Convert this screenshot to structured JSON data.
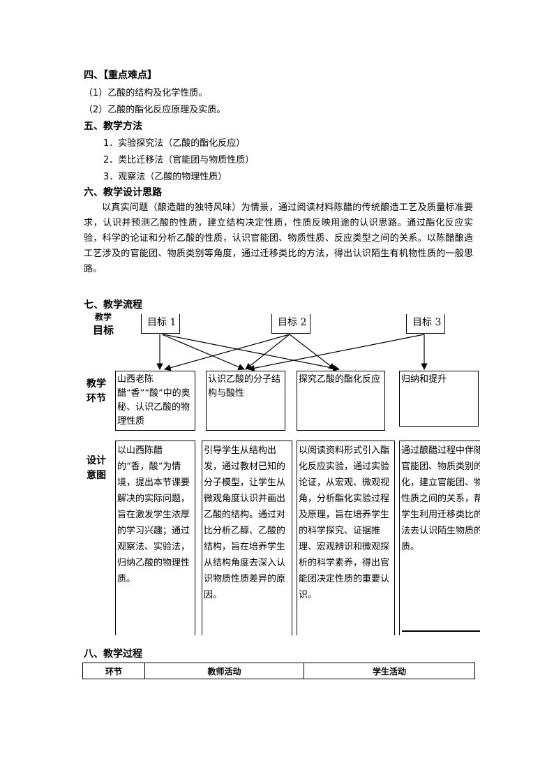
{
  "section4": {
    "heading": "四、【重点难点】",
    "items": [
      "（1）乙酸的结构及化学性质。",
      "（2）乙酸的酯化反应原理及实质。"
    ]
  },
  "section5": {
    "heading": "五、教学方法",
    "items": [
      "1．实验探究法（乙酸的酯化反应）",
      "2．类比迁移法（官能团与物质性质）",
      "3．观察法（乙酸的物理性质）"
    ]
  },
  "section6": {
    "heading": "六、教学设计思路",
    "paragraph": "以真实问题（酿造醋的独特风味）为情景，通过阅读材料陈醋的传统酿造工艺及质量标准要求，认识并预测乙酸的性质，建立结构决定性质，性质反映用途的认识思路。通过酯化反应实验，科学的论证和分析乙酸的性质，认识官能团、物质性质、反应类型之间的关系。以陈醋酿造工艺涉及的官能团、物质类别等角度，通过迁移类比的方法，得出认识陌生有机物性质的一般思路。"
  },
  "section7": {
    "heading": "七、教学流程",
    "row_labels": {
      "goal_top": "教学",
      "goal_bottom": "目标",
      "stage_top": "教学",
      "stage_bottom": "环节",
      "design_top": "设计",
      "design_bottom": "意图"
    },
    "goals": [
      "目标 1",
      "目标 2",
      "目标 3"
    ],
    "stages": [
      "山西老陈醋“香”“酸”中的奥秘、认识乙酸的物理性质",
      "认识乙酸的分子结构与酸性",
      "探究乙酸的酯化反应",
      "归纳和提升"
    ],
    "designs": [
      "以山西陈醋的“香，酸”为情境，提出本节课要解决的实际问题，旨在激发学生浓厚的学习兴趣；通过观察法、实验法，归纳乙酸的物理性质。",
      "引导学生从结构出发，通过教材已知的分子模型，让学生从微观角度认识并画出乙酸的结构。通过对比分析乙醇、乙酸的结构，旨在培养学生从结构角度去深入认识物质性质差异的原因。",
      "以阅读资料形式引入酯化反应实验，通过实验论证，从宏观、微观视角，分析酯化实验过程及原理，旨在培养学生的科学探究、证据推理、宏观辨识和微观探析的科学素养，得出官能团决定性质的重要认识。",
      "通过酿醋过程中伴随的官能团、物质类别的转化，建立官能团、物质性质之间的关系，帮助学生利用迁移类比的方法去认识陌生物质的性质。"
    ]
  },
  "section8": {
    "heading": "八、教学过程",
    "table_headers": [
      "环节",
      "教师活动",
      "学生活动"
    ]
  }
}
